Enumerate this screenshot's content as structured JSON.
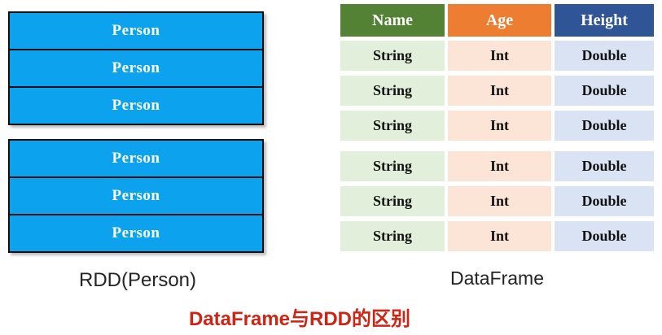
{
  "rdd": {
    "label": "RDD(Person)",
    "box_fill": "#0ca2ee",
    "box_border": "#0d0d0d",
    "groups": [
      [
        "Person",
        "Person",
        "Person"
      ],
      [
        "Person",
        "Person",
        "Person"
      ]
    ]
  },
  "dataframe": {
    "label": "DataFrame",
    "headers": [
      {
        "text": "Name",
        "bg": "#548235",
        "cell_bg": "#e2efda"
      },
      {
        "text": "Age",
        "bg": "#ed7d31",
        "cell_bg": "#fce4d6"
      },
      {
        "text": "Height",
        "bg": "#2f5597",
        "cell_bg": "#dae3f3"
      }
    ],
    "rows": [
      [
        "String",
        "Int",
        "Double"
      ],
      [
        "String",
        "Int",
        "Double"
      ],
      [
        "String",
        "Int",
        "Double"
      ],
      [
        "String",
        "Int",
        "Double"
      ],
      [
        "String",
        "Int",
        "Double"
      ],
      [
        "String",
        "Int",
        "Double"
      ]
    ]
  },
  "caption": {
    "text": "DataFrame与RDD的区别",
    "color": "#cf2414"
  }
}
